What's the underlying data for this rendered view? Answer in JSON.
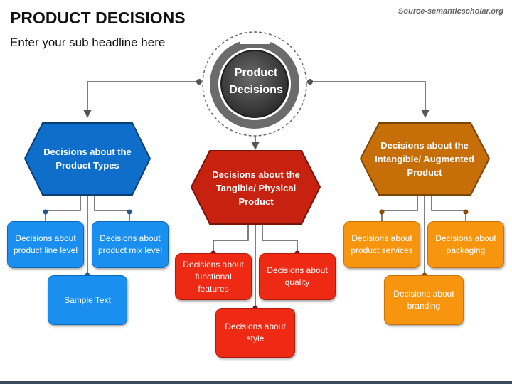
{
  "header": {
    "title": "PRODUCT DECISIONS",
    "subtitle": "Enter your sub headline here",
    "source": "Source-semanticscholar.org"
  },
  "center": {
    "label": "Product Decisions"
  },
  "branches": {
    "left": {
      "label": "Decisions about the Product Types",
      "color": "#0f6ec9",
      "items": [
        "Decisions about product line level",
        "Decisions about product mix level",
        "Sample Text"
      ]
    },
    "middle": {
      "label": "Decisions about the Tangible/ Physical Product",
      "color": "#c7210f",
      "items": [
        "Decisions about functional features",
        "Decisions about quality",
        "Decisions about style"
      ]
    },
    "right": {
      "label": "Decisions about the Intangible/ Augmented Product",
      "color": "#c66e08",
      "items": [
        "Decisions about product services",
        "Decisions about packaging",
        "Decisions about branding"
      ]
    }
  },
  "colors": {
    "blue_box": "#1a8ff0",
    "red_box": "#ee2a14",
    "orange_box": "#f7960e",
    "connector": "#555555"
  }
}
